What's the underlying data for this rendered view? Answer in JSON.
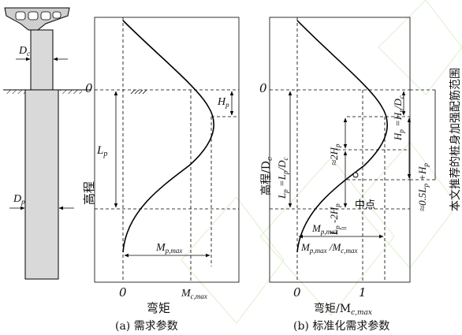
{
  "pier_labels": {
    "dc": "D",
    "dc_sub": "c",
    "dp": "D",
    "dp_sub": "p"
  },
  "panel_a": {
    "zero": "0",
    "y_label": "高程",
    "x_label": "弯矩",
    "x_tick_0": "0",
    "x_tick_mc": "M",
    "x_tick_mc_sub": "c,max",
    "lp": "L",
    "lp_sub": "p",
    "hp": "H",
    "hp_sub": "p",
    "mp": "M",
    "mp_sub": "p,max",
    "caption": "(a) 需求参数"
  },
  "panel_b": {
    "zero": "0",
    "y_label": "高程/D",
    "y_label_sub": "c",
    "x_label": "弯矩/M",
    "x_label_sub": "c,max",
    "x_tick_0": "0",
    "x_tick_1": "1",
    "lp_norm": "L",
    "lp_norm_rest": " =L",
    "lp_norm_rest2": "/D",
    "hp_norm": "H",
    "hp_norm_rest": " =H",
    "hp_norm_rest2": "/D",
    "approx_2hp": "≈2H",
    "lp_minus": "L",
    "lp_minus_rest": " -2H",
    "midpoint": "中点",
    "approx_expr": "≈0.5L",
    "approx_expr_rest": " +H",
    "mp_norm_top": "M",
    "mp_norm_top_sub": "p,max",
    "mp_norm_eq": " =",
    "mp_norm_bot": "M",
    "mp_norm_bot_sub": "p,max",
    "mp_norm_div": " /M",
    "mp_norm_div_sub": "c,max",
    "caption": "(b) 标准化需求参数"
  },
  "side_text": "本文推荐的桩身加强配筋范围"
}
